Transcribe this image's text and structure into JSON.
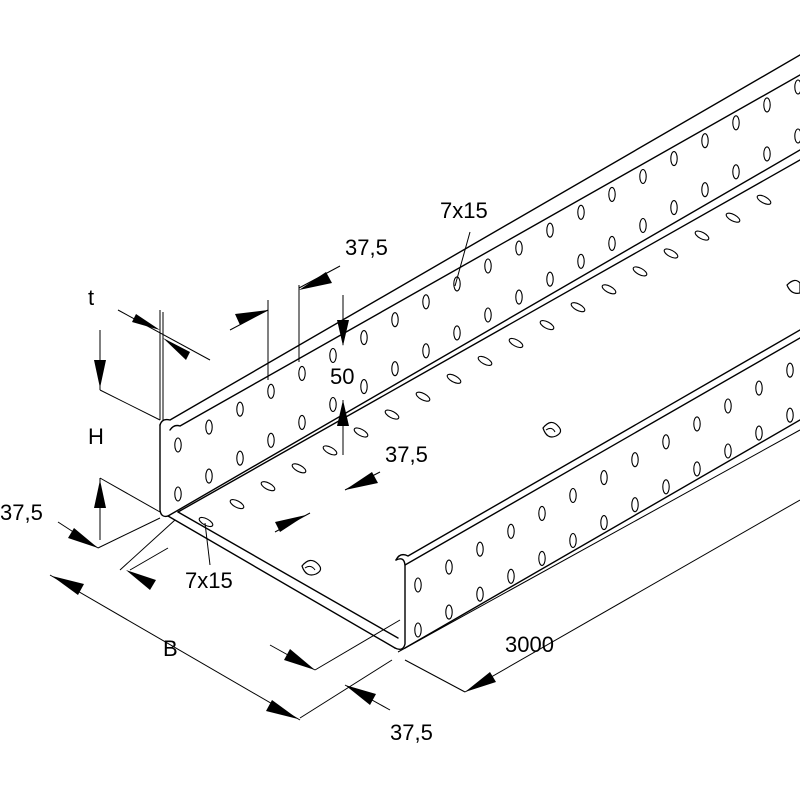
{
  "drawing": {
    "title": "",
    "labels": {
      "thickness": "t",
      "height": "H",
      "width": "B",
      "length": "3000",
      "edge_offset_left": "37,5",
      "edge_offset_bottom": "37,5",
      "side_pitch": "37,5",
      "side_pitch_vertical": "50",
      "base_pitch": "37,5",
      "slot_size_side": "7x15",
      "slot_size_base": "7x15"
    }
  }
}
